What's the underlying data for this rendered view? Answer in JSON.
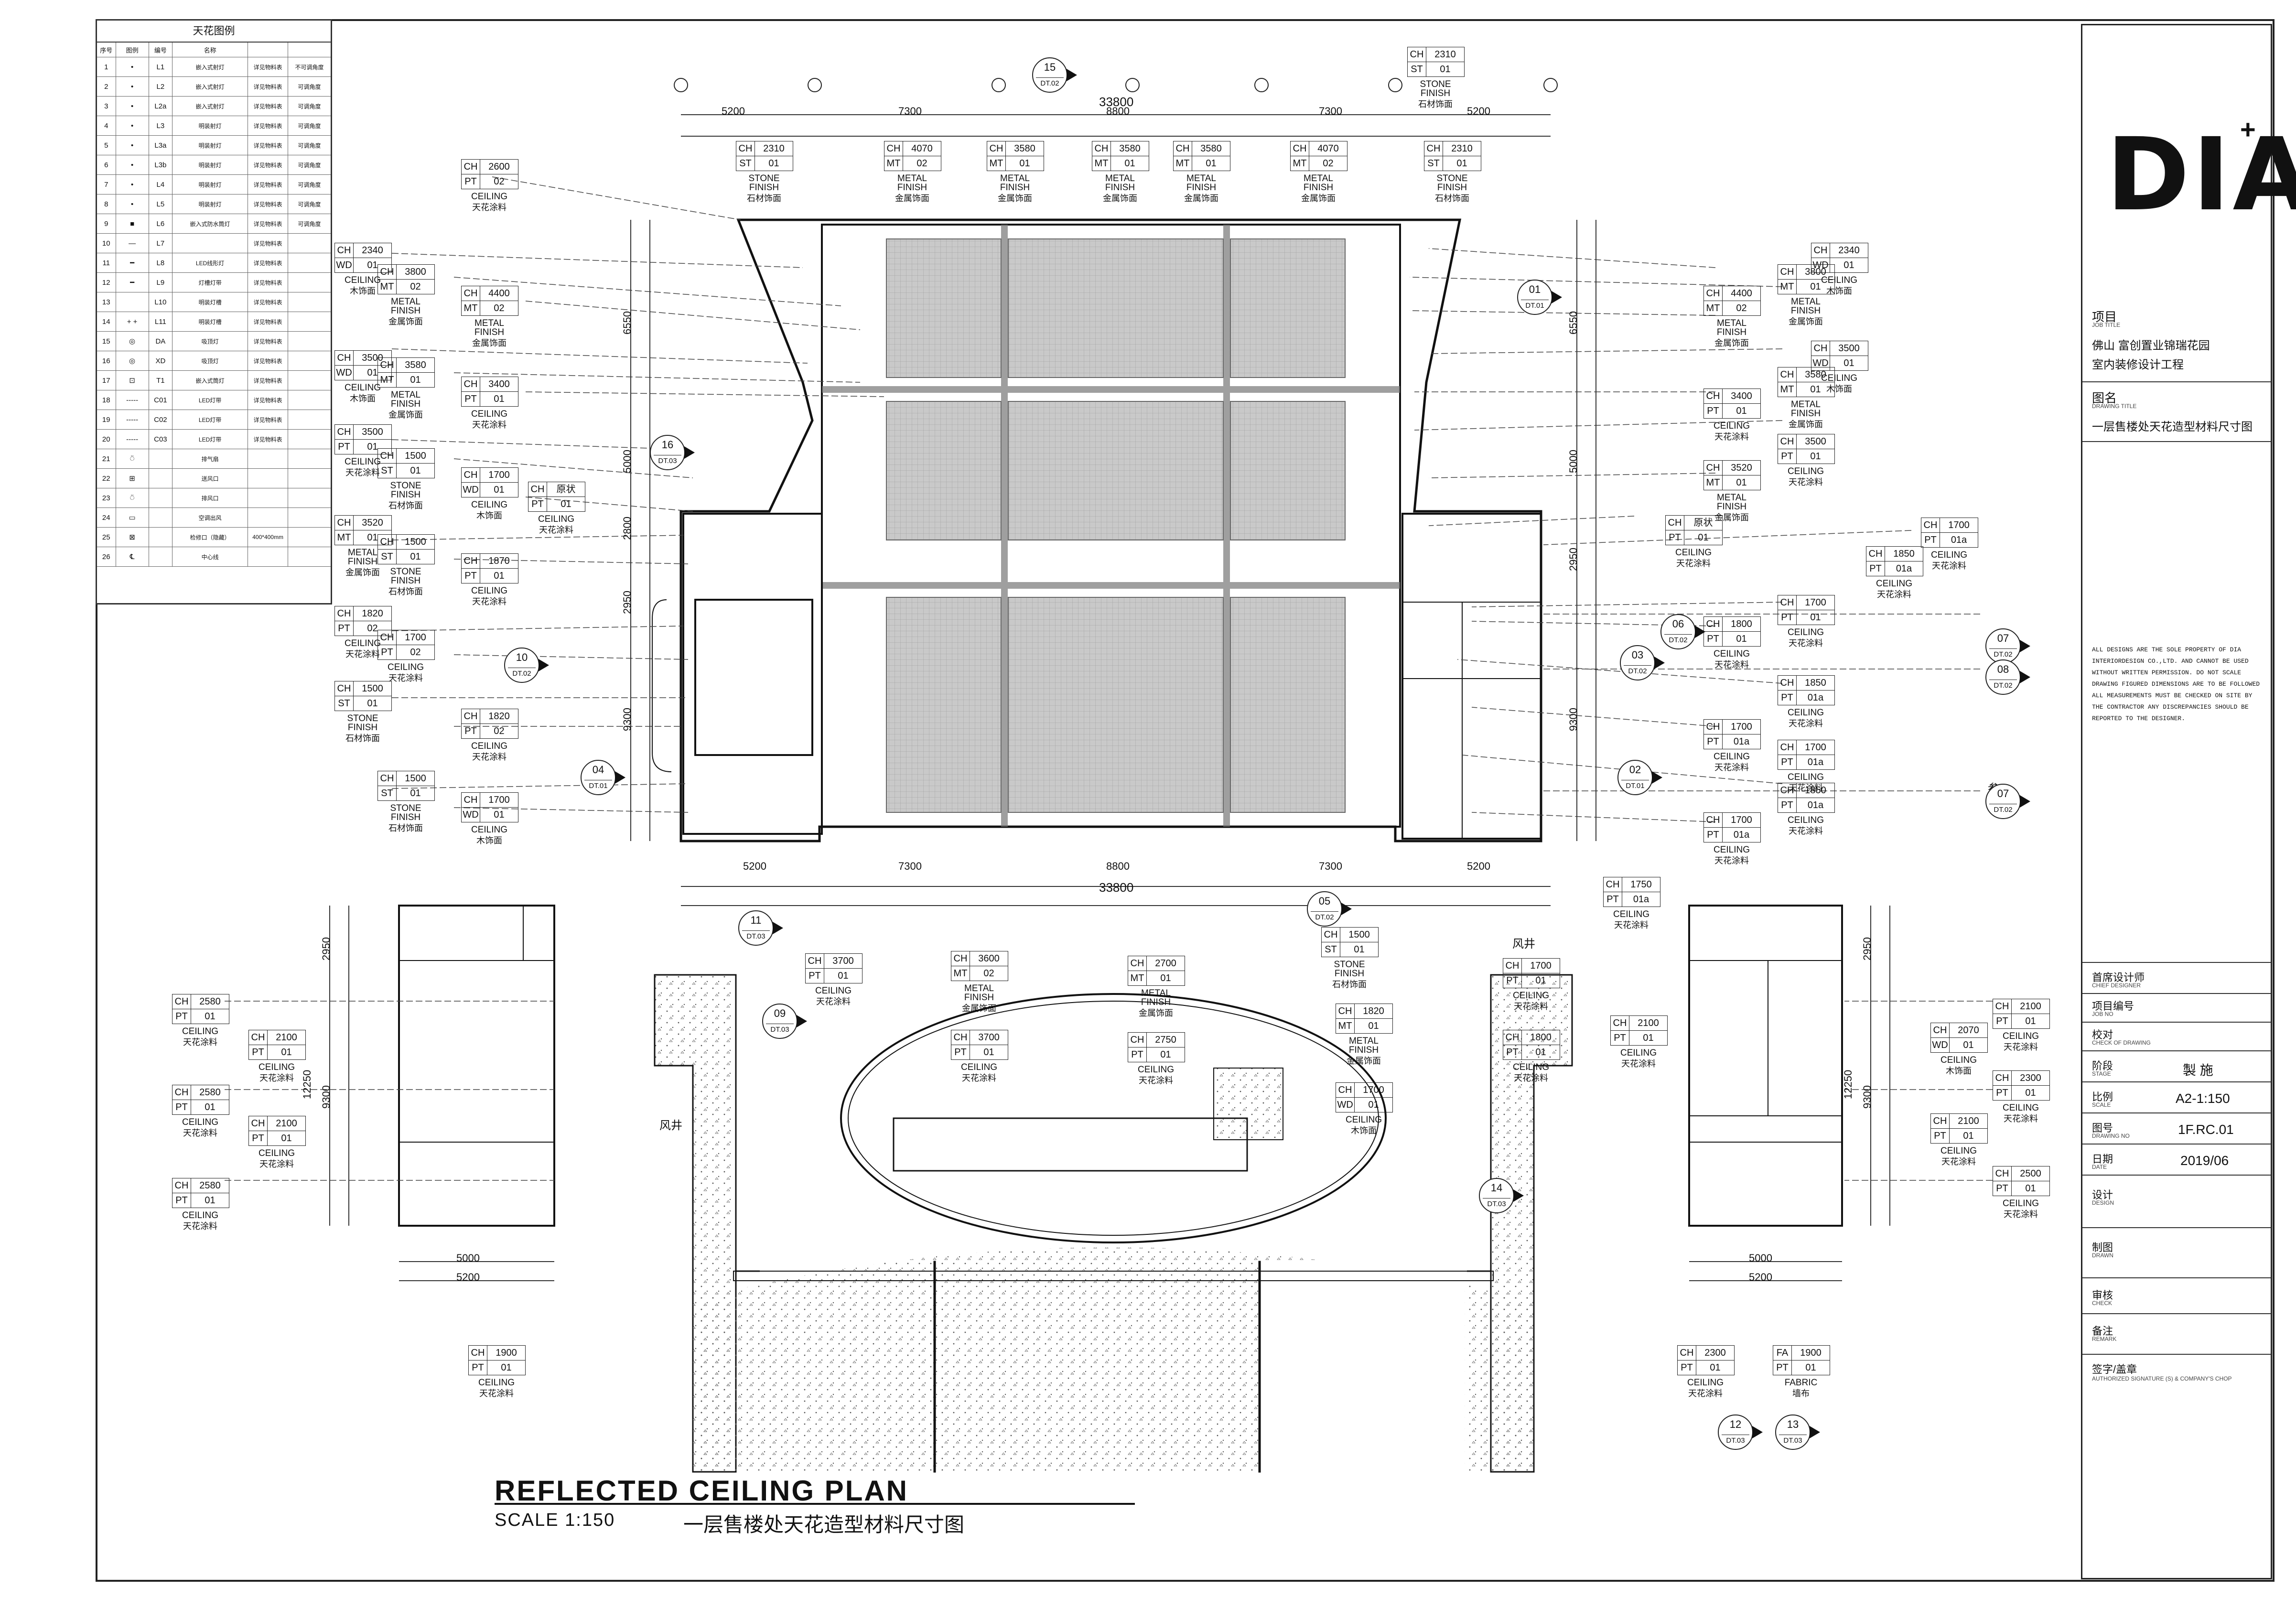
{
  "legend": {
    "title": "天花图例",
    "headers": [
      "序号",
      "图例",
      "编号",
      "名称",
      "",
      ""
    ],
    "rows": [
      {
        "no": "1",
        "sym": "•",
        "code": "L1",
        "name": "嵌入式射灯",
        "c5": "详见物料表",
        "c6": "不可调角度"
      },
      {
        "no": "2",
        "sym": "•",
        "code": "L2",
        "name": "嵌入式射灯",
        "c5": "详见物料表",
        "c6": "可调角度"
      },
      {
        "no": "3",
        "sym": "•",
        "code": "L2a",
        "name": "嵌入式射灯",
        "c5": "详见物料表",
        "c6": "可调角度"
      },
      {
        "no": "4",
        "sym": "•",
        "code": "L3",
        "name": "明装射灯",
        "c5": "详见物料表",
        "c6": "可调角度"
      },
      {
        "no": "5",
        "sym": "•",
        "code": "L3a",
        "name": "明装射灯",
        "c5": "详见物料表",
        "c6": "可调角度"
      },
      {
        "no": "6",
        "sym": "•",
        "code": "L3b",
        "name": "明装射灯",
        "c5": "详见物料表",
        "c6": "可调角度"
      },
      {
        "no": "7",
        "sym": "•",
        "code": "L4",
        "name": "明装射灯",
        "c5": "详见物料表",
        "c6": "可调角度"
      },
      {
        "no": "8",
        "sym": "•",
        "code": "L5",
        "name": "明装射灯",
        "c5": "详见物料表",
        "c6": "可调角度"
      },
      {
        "no": "9",
        "sym": "■",
        "code": "L6",
        "name": "嵌入式防水筒灯",
        "c5": "详见物料表",
        "c6": "可调角度"
      },
      {
        "no": "10",
        "sym": "—",
        "code": "L7",
        "name": "",
        "c5": "详见物料表",
        "c6": ""
      },
      {
        "no": "11",
        "sym": "━",
        "code": "L8",
        "name": "LED线形灯",
        "c5": "详见物料表",
        "c6": ""
      },
      {
        "no": "12",
        "sym": "━",
        "code": "L9",
        "name": "灯槽灯带",
        "c5": "详见物料表",
        "c6": ""
      },
      {
        "no": "13",
        "sym": "",
        "code": "L10",
        "name": "明装灯槽",
        "c5": "详见物料表",
        "c6": ""
      },
      {
        "no": "14",
        "sym": "+ +",
        "code": "L11",
        "name": "明装灯槽",
        "c5": "详见物料表",
        "c6": ""
      },
      {
        "no": "15",
        "sym": "◎",
        "code": "DA",
        "name": "吸顶灯",
        "c5": "详见物料表",
        "c6": ""
      },
      {
        "no": "16",
        "sym": "◎",
        "code": "XD",
        "name": "吸顶灯",
        "c5": "详见物料表",
        "c6": ""
      },
      {
        "no": "17",
        "sym": "⊡",
        "code": "T1",
        "name": "嵌入式筒灯",
        "c5": "详见物料表",
        "c6": ""
      },
      {
        "no": "18",
        "sym": "-----",
        "code": "C01",
        "name": "LED灯带",
        "c5": "详见物料表",
        "c6": ""
      },
      {
        "no": "19",
        "sym": "-----",
        "code": "C02",
        "name": "LED灯带",
        "c5": "详见物料表",
        "c6": ""
      },
      {
        "no": "20",
        "sym": "-----",
        "code": "C03",
        "name": "LED灯带",
        "c5": "详见物料表",
        "c6": ""
      },
      {
        "no": "21",
        "sym": "⍥",
        "code": "",
        "name": "排气扇",
        "c5": "",
        "c6": ""
      },
      {
        "no": "22",
        "sym": "⊞",
        "code": "",
        "name": "送风口",
        "c5": "",
        "c6": ""
      },
      {
        "no": "23",
        "sym": "⍥",
        "code": "",
        "name": "排风口",
        "c5": "",
        "c6": ""
      },
      {
        "no": "24",
        "sym": "▭",
        "code": "",
        "name": "空调出风",
        "c5": "",
        "c6": ""
      },
      {
        "no": "25",
        "sym": "⊠",
        "code": "",
        "name": "检修口（隐藏）",
        "c5": "400*400mm",
        "c6": ""
      },
      {
        "no": "26",
        "sym": "℄",
        "code": "",
        "name": "中心线",
        "c5": "",
        "c6": ""
      }
    ]
  },
  "title_block": {
    "project_label": "项目",
    "project_sub": "JOB TITLE",
    "project_line1": "佛山  富创置业锦瑞花园",
    "project_line2": "室内装修设计工程",
    "drawing_label": "图名",
    "drawing_sub": "DRAWING TITLE",
    "drawing_title": "一层售楼处天花造型材料尺寸图",
    "note": "ALL DESIGNS ARE THE SOLE PROPERTY OF DIA INTERIORDESIGN CO.,LTD. AND CANNOT BE USED WITHOUT WRITTEN PERMISSION. DO NOT SCALE DRAWING FIGURED DIMENSIONS ARE TO BE FOLLOWED ALL MEASUREMENTS MUST BE CHECKED ON SITE BY THE CONTRACTOR ANY DISCREPANCIES SHOULD BE REPORTED TO THE DESIGNER.",
    "chief_label": "首席设计师",
    "chief_sub": "CHIEF DESIGNER",
    "job_label": "项目编号",
    "job_sub": "JOB NO",
    "check_label": "校对",
    "check_sub": "CHECK OF DRAWING",
    "stage_label": "阶段",
    "stage_sub": "STAGE",
    "stage_value": "製 施",
    "scale_label": "比例",
    "scale_sub": "SCALE",
    "scale_value": "A2-1:150",
    "dwgno_label": "图号",
    "dwgno_sub": "DRAWING NO",
    "dwgno_value": "1F.RC.01",
    "date_label": "日期",
    "date_sub": "DATE",
    "date_value": "2019/06",
    "design_label": "设计",
    "design_sub": "DESIGN",
    "drawn_label": "制图",
    "drawn_sub": "DRAWN",
    "checked_label": "审核",
    "checked_sub": "CHECK",
    "remark_label": "备注",
    "remark_sub": "REMARK",
    "sign_label": "签字/盖章",
    "sign_sub": "AUTHORIZED SIGNATURE (S) & COMPANY'S CHOP"
  },
  "caption": {
    "title": "REFLECTED CEILING PLAN",
    "scale": "SCALE 1:150",
    "chinese": "一层售楼处天花造型材料尺寸图"
  },
  "dimensions": {
    "top_segments": [
      "5200",
      "7300",
      "8800",
      "7300",
      "5200"
    ],
    "top_total": "33800",
    "bottom_segments": [
      "5200",
      "7300",
      "8800",
      "7300",
      "5200"
    ],
    "bottom_total": "33800",
    "right_vertical": [
      "6550",
      "5000",
      "2950",
      "9300"
    ],
    "left_vertical": [
      "6550",
      "5000",
      "2800",
      "2950",
      "9300"
    ],
    "left_wing_vertical": [
      "2950",
      "12250",
      "9300"
    ],
    "right_wing_vertical": [
      "2950",
      "12250",
      "9300"
    ],
    "left_wing_bottom": [
      "5000",
      "5200"
    ],
    "right_wing_bottom": [
      "5000",
      "5200"
    ]
  },
  "tags": [
    {
      "id": "t1",
      "ch": "2310",
      "mat": "ST",
      "code": "01",
      "en": "STONE FINISH",
      "cn": "石材饰面"
    },
    {
      "id": "t2",
      "ch": "2310",
      "mat": "ST",
      "code": "01",
      "en": "STONE FINISH",
      "cn": "石材饰面"
    },
    {
      "id": "t3",
      "ch": "4070",
      "mat": "MT",
      "code": "02",
      "en": "METAL FINISH",
      "cn": "金属饰面"
    },
    {
      "id": "t4",
      "ch": "3580",
      "mat": "MT",
      "code": "01",
      "en": "METAL FINISH",
      "cn": "金属饰面"
    },
    {
      "id": "t5",
      "ch": "3580",
      "mat": "MT",
      "code": "01",
      "en": "METAL FINISH",
      "cn": "金属饰面"
    },
    {
      "id": "t6",
      "ch": "3580",
      "mat": "MT",
      "code": "01",
      "en": "METAL FINISH",
      "cn": "金属饰面"
    },
    {
      "id": "t7",
      "ch": "4070",
      "mat": "MT",
      "code": "02",
      "en": "METAL FINISH",
      "cn": "金属饰面"
    },
    {
      "id": "t8",
      "ch": "2310",
      "mat": "ST",
      "code": "01",
      "en": "STONE FINISH",
      "cn": "石材饰面"
    },
    {
      "id": "t9",
      "ch": "2600",
      "mat": "PT",
      "code": "02",
      "en": "CEILING",
      "cn": "天花涂料"
    },
    {
      "id": "t10",
      "ch": "2340",
      "mat": "WD",
      "code": "01",
      "en": "CEILING",
      "cn": "木饰面"
    },
    {
      "id": "t11",
      "ch": "3800",
      "mat": "MT",
      "code": "02",
      "en": "METAL FINISH",
      "cn": "金属饰面"
    },
    {
      "id": "t12",
      "ch": "4400",
      "mat": "MT",
      "code": "02",
      "en": "METAL FINISH",
      "cn": "金属饰面"
    },
    {
      "id": "t13",
      "ch": "3500",
      "mat": "WD",
      "code": "01",
      "en": "CEILING",
      "cn": "木饰面"
    },
    {
      "id": "t14",
      "ch": "3580",
      "mat": "MT",
      "code": "01",
      "en": "METAL FINISH",
      "cn": "金属饰面"
    },
    {
      "id": "t15",
      "ch": "3400",
      "mat": "PT",
      "code": "01",
      "en": "CEILING",
      "cn": "天花涂料"
    },
    {
      "id": "t16",
      "ch": "3500",
      "mat": "PT",
      "code": "01",
      "en": "CEILING",
      "cn": "天花涂料"
    },
    {
      "id": "t17",
      "ch": "1500",
      "mat": "ST",
      "code": "01",
      "en": "STONE FINISH",
      "cn": "石材饰面"
    },
    {
      "id": "t18",
      "ch": "1700",
      "mat": "WD",
      "code": "01",
      "en": "CEILING",
      "cn": "木饰面"
    },
    {
      "id": "t19",
      "ch": "原状",
      "mat": "PT",
      "code": "01",
      "en": "CEILING",
      "cn": "天花涂料"
    },
    {
      "id": "t20",
      "ch": "3520",
      "mat": "MT",
      "code": "01",
      "en": "METAL FINISH",
      "cn": "金属饰面"
    },
    {
      "id": "t21",
      "ch": "1500",
      "mat": "ST",
      "code": "01",
      "en": "STONE FINISH",
      "cn": "石材饰面"
    },
    {
      "id": "t22",
      "ch": "1870",
      "mat": "PT",
      "code": "01",
      "en": "CEILING",
      "cn": "天花涂料"
    },
    {
      "id": "t23",
      "ch": "1820",
      "mat": "PT",
      "code": "02",
      "en": "CEILING",
      "cn": "天花涂料"
    },
    {
      "id": "t24",
      "ch": "1700",
      "mat": "PT",
      "code": "02",
      "en": "CEILING",
      "cn": "天花涂料"
    },
    {
      "id": "t25",
      "ch": "1500",
      "mat": "ST",
      "code": "01",
      "en": "STONE FINISH",
      "cn": "石材饰面"
    },
    {
      "id": "t26",
      "ch": "1820",
      "mat": "PT",
      "code": "02",
      "en": "CEILING",
      "cn": "天花涂料"
    },
    {
      "id": "t27",
      "ch": "1500",
      "mat": "ST",
      "code": "01",
      "en": "STONE FINISH",
      "cn": "石材饰面"
    },
    {
      "id": "t28",
      "ch": "1700",
      "mat": "WD",
      "code": "01",
      "en": "CEILING",
      "cn": "木饰面"
    },
    {
      "id": "t29",
      "ch": "2340",
      "mat": "WD",
      "code": "01",
      "en": "CEILING",
      "cn": "木饰面"
    },
    {
      "id": "t30",
      "ch": "3800",
      "mat": "MT",
      "code": "01",
      "en": "METAL FINISH",
      "cn": "金属饰面"
    },
    {
      "id": "t31",
      "ch": "4400",
      "mat": "MT",
      "code": "02",
      "en": "METAL FINISH",
      "cn": "金属饰面"
    },
    {
      "id": "t32",
      "ch": "3500",
      "mat": "WD",
      "code": "01",
      "en": "CEILING",
      "cn": "木饰面"
    },
    {
      "id": "t33",
      "ch": "3580",
      "mat": "MT",
      "code": "01",
      "en": "METAL FINISH",
      "cn": "金属饰面"
    },
    {
      "id": "t34",
      "ch": "3400",
      "mat": "PT",
      "code": "01",
      "en": "CEILING",
      "cn": "天花涂料"
    },
    {
      "id": "t35",
      "ch": "3500",
      "mat": "PT",
      "code": "01",
      "en": "CEILING",
      "cn": "天花涂料"
    },
    {
      "id": "t36",
      "ch": "3520",
      "mat": "MT",
      "code": "01",
      "en": "METAL FINISH",
      "cn": "金属饰面"
    },
    {
      "id": "t37",
      "ch": "原状",
      "mat": "PT",
      "code": "01",
      "en": "CEILING",
      "cn": "天花涂料"
    },
    {
      "id": "t38",
      "ch": "1700",
      "mat": "PT",
      "code": "01a",
      "en": "CEILING",
      "cn": "天花涂料"
    },
    {
      "id": "t39",
      "ch": "1850",
      "mat": "PT",
      "code": "01a",
      "en": "CEILING",
      "cn": "天花涂料"
    },
    {
      "id": "t40",
      "ch": "1800",
      "mat": "PT",
      "code": "01",
      "en": "CEILING",
      "cn": "天花涂料"
    },
    {
      "id": "t41",
      "ch": "1700",
      "mat": "PT",
      "code": "01",
      "en": "CEILING",
      "cn": "天花涂料"
    },
    {
      "id": "t42",
      "ch": "1850",
      "mat": "PT",
      "code": "01a",
      "en": "CEILING",
      "cn": "天花涂料"
    },
    {
      "id": "t43",
      "ch": "1700",
      "mat": "PT",
      "code": "01a",
      "en": "CEILING",
      "cn": "天花涂料"
    },
    {
      "id": "t44",
      "ch": "1700",
      "mat": "PT",
      "code": "01a",
      "en": "CEILING",
      "cn": "天花涂料"
    },
    {
      "id": "t45",
      "ch": "1850",
      "mat": "PT",
      "code": "01a",
      "en": "CEILING",
      "cn": "天花涂料"
    },
    {
      "id": "t46",
      "ch": "1700",
      "mat": "PT",
      "code": "01a",
      "en": "CEILING",
      "cn": "天花涂料"
    },
    {
      "id": "t47",
      "ch": "1750",
      "mat": "PT",
      "code": "01a",
      "en": "CEILING",
      "cn": "天花涂料"
    },
    {
      "id": "t48",
      "ch": "3700",
      "mat": "PT",
      "code": "01",
      "en": "CEILING",
      "cn": "天花涂料"
    },
    {
      "id": "t49",
      "ch": "3600",
      "mat": "MT",
      "code": "02",
      "en": "METAL FINISH",
      "cn": "金属饰面"
    },
    {
      "id": "t50",
      "ch": "2700",
      "mat": "MT",
      "code": "01",
      "en": "METAL FINISH",
      "cn": "金属饰面"
    },
    {
      "id": "t51",
      "ch": "3700",
      "mat": "PT",
      "code": "01",
      "en": "CEILING",
      "cn": "天花涂料"
    },
    {
      "id": "t52",
      "ch": "2750",
      "mat": "PT",
      "code": "01",
      "en": "CEILING",
      "cn": "天花涂料"
    },
    {
      "id": "t53",
      "ch": "1500",
      "mat": "ST",
      "code": "01",
      "en": "STONE FINISH",
      "cn": "石材饰面"
    },
    {
      "id": "t54",
      "ch": "1820",
      "mat": "MT",
      "code": "01",
      "en": "METAL FINISH",
      "cn": "金属饰面"
    },
    {
      "id": "t55",
      "ch": "1700",
      "mat": "WD",
      "code": "01",
      "en": "CEILING",
      "cn": "木饰面"
    },
    {
      "id": "t56",
      "ch": "1700",
      "mat": "PT",
      "code": "01",
      "en": "CEILING",
      "cn": "天花涂料"
    },
    {
      "id": "t57",
      "ch": "1800",
      "mat": "PT",
      "code": "01",
      "en": "CEILING",
      "cn": "天花涂料"
    },
    {
      "id": "t58",
      "ch": "2580",
      "mat": "PT",
      "code": "01",
      "en": "CEILING",
      "cn": "天花涂料"
    },
    {
      "id": "t59",
      "ch": "2100",
      "mat": "PT",
      "code": "01",
      "en": "CEILING",
      "cn": "天花涂料"
    },
    {
      "id": "t60",
      "ch": "2580",
      "mat": "PT",
      "code": "01",
      "en": "CEILING",
      "cn": "天花涂料"
    },
    {
      "id": "t61",
      "ch": "2100",
      "mat": "PT",
      "code": "01",
      "en": "CEILING",
      "cn": "天花涂料"
    },
    {
      "id": "t62",
      "ch": "2580",
      "mat": "PT",
      "code": "01",
      "en": "CEILING",
      "cn": "天花涂料"
    },
    {
      "id": "t63",
      "ch": "1900",
      "mat": "PT",
      "code": "01",
      "en": "CEILING",
      "cn": "天花涂料"
    },
    {
      "id": "t64",
      "ch": "2100",
      "mat": "PT",
      "code": "01",
      "en": "CEILING",
      "cn": "天花涂料"
    },
    {
      "id": "t65",
      "ch": "2070",
      "mat": "WD",
      "code": "01",
      "en": "CEILING",
      "cn": "木饰面"
    },
    {
      "id": "t66",
      "ch": "2100",
      "mat": "PT",
      "code": "01",
      "en": "CEILING",
      "cn": "天花涂料"
    },
    {
      "id": "t67",
      "ch": "2300",
      "mat": "PT",
      "code": "01",
      "en": "CEILING",
      "cn": "天花涂料"
    },
    {
      "id": "t68",
      "ch": "2100",
      "mat": "PT",
      "code": "01",
      "en": "CEILING",
      "cn": "天花涂料"
    },
    {
      "id": "t69",
      "ch": "2500",
      "mat": "PT",
      "code": "01",
      "en": "CEILING",
      "cn": "天花涂料"
    },
    {
      "id": "t70",
      "ch": "2300",
      "mat": "PT",
      "code": "01",
      "en": "CEILING",
      "cn": "天花涂料"
    },
    {
      "id": "t71",
      "ch": "1900",
      "mat": "PT",
      "code": "01",
      "en": "FABRIC",
      "cn": "墙布",
      "kind": "FA"
    }
  ],
  "callouts": [
    {
      "n": "15",
      "d": "DT.02"
    },
    {
      "n": "01",
      "d": "DT.01"
    },
    {
      "n": "16",
      "d": "DT.03"
    },
    {
      "n": "10",
      "d": "DT.02"
    },
    {
      "n": "04",
      "d": "DT.01"
    },
    {
      "n": "06",
      "d": "DT.02"
    },
    {
      "n": "03",
      "d": "DT.02"
    },
    {
      "n": "02",
      "d": "DT.01"
    },
    {
      "n": "07",
      "d": "DT.02"
    },
    {
      "n": "08",
      "d": "DT.02"
    },
    {
      "n": "07",
      "d": "DT.02"
    },
    {
      "n": "05",
      "d": "DT.02"
    },
    {
      "n": "11",
      "d": "DT.03"
    },
    {
      "n": "09",
      "d": "DT.03"
    },
    {
      "n": "14",
      "d": "DT.03"
    },
    {
      "n": "12",
      "d": "DT.03"
    },
    {
      "n": "13",
      "d": "DT.03"
    }
  ],
  "wind_label": "风井",
  "ref_label": "参"
}
